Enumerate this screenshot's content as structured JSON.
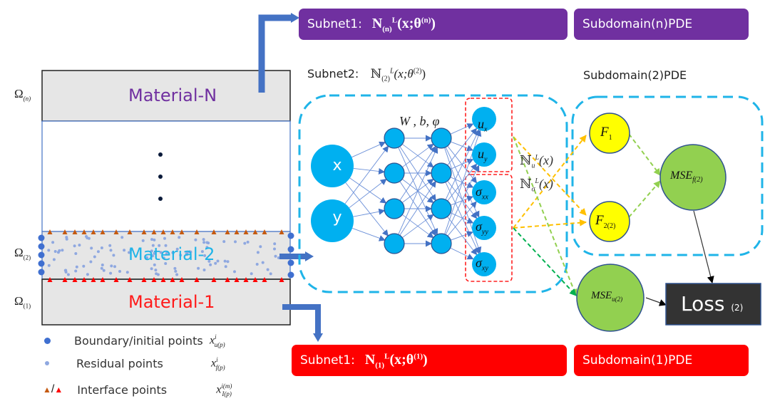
{
  "colors": {
    "purple": "#7030a0",
    "red": "#ff0000",
    "node_blue": "#00b0f0",
    "arrow_blue": "#4472c4",
    "dashed_blue": "#1fb4e8",
    "yellow": "#ffff00",
    "green": "#92d050",
    "loss_bg": "#333333",
    "material_gray": "#e6e6e6"
  },
  "top": {
    "subnet_n": {
      "prefix": "Subnet1:",
      "N": "N",
      "sub": "(n)",
      "sup": "L",
      "args": "(x;θ",
      "arg_sup": "(n)",
      "close": ")"
    },
    "pde_n": "Subdomain(n)PDE"
  },
  "middle": {
    "subnet2": {
      "prefix": "Subnet2:",
      "N": "ℕ",
      "sub": "(2)",
      "sup": "L",
      "args": "(x;θ",
      "arg_sup": "(2)",
      "close": ")"
    },
    "pde_2": "Subdomain(2)PDE",
    "weights_label": "W , b, φ",
    "inputs": [
      "x",
      "y"
    ],
    "outputs": [
      {
        "base": "u",
        "sub": "x"
      },
      {
        "base": "u",
        "sub": "y"
      },
      {
        "base": "σ",
        "sub": "xx"
      },
      {
        "base": "σ",
        "sub": "yy"
      },
      {
        "base": "σ",
        "sub": "xy"
      }
    ],
    "nu_label": {
      "N": "ℕ",
      "sub": "u",
      "sup": "L",
      "arg": "(x)"
    },
    "nsigma_label": {
      "N": "ℕ",
      "sub": "σ",
      "sup": "L",
      "arg": "(x)"
    },
    "f1": {
      "base": "F",
      "sub": "1"
    },
    "f2": {
      "base": "F",
      "sub": "2(2)"
    },
    "mse_f": {
      "base": "MSE",
      "sub": "f(2)"
    },
    "mse_u": {
      "base": "MSE",
      "sub": "u(2)"
    },
    "loss": {
      "main": "Loss",
      "sub": "(2)"
    }
  },
  "bottom": {
    "subnet_1": {
      "prefix": "Subnet1:",
      "N": "N",
      "sub": "(1)",
      "sup": "L",
      "args": "(x;θ",
      "arg_sup": "(1)",
      "close": ")"
    },
    "pde_1": "Subdomain(1)PDE"
  },
  "domain": {
    "omega_n": {
      "base": "Ω",
      "sub": "(n)"
    },
    "omega_2": {
      "base": "Ω",
      "sub": "(2)"
    },
    "omega_1": {
      "base": "Ω",
      "sub": "(1)"
    },
    "material_n": "Material-N",
    "material_2": "Material-2",
    "material_1": "Material-1"
  },
  "legend": [
    {
      "icon": "boundary-point-icon",
      "label": "Boundary/initial points",
      "sym_base": "x",
      "sym_sup": "i",
      "sym_sub": "u(p)"
    },
    {
      "icon": "residual-point-icon",
      "label": "Residual points",
      "sym_base": "x",
      "sym_sup": "i",
      "sym_sub": "f(p)"
    },
    {
      "icon": "interface-point-icon",
      "label": "Interface points",
      "sym_base": "x",
      "sym_sup": "i(m)",
      "sym_sub": "I(p)"
    }
  ]
}
